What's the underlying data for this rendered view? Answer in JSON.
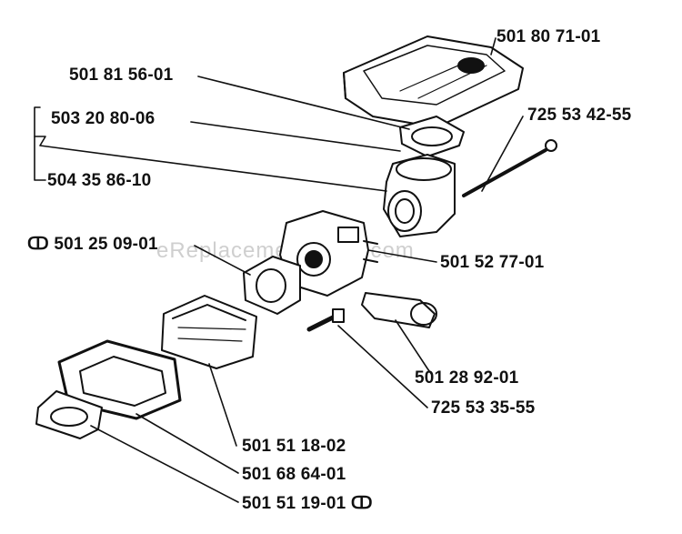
{
  "watermark": "eReplacementParts.com",
  "parts": [
    {
      "id": "top_cover",
      "number": "501 80 71-01"
    },
    {
      "id": "gasket_upper",
      "number": "501 81 56-01"
    },
    {
      "id": "housing_a",
      "number": "503 20 80-06"
    },
    {
      "id": "housing_b",
      "number": "504 35 86-10"
    },
    {
      "id": "rod",
      "number": "725 53 42-55"
    },
    {
      "id": "gasket_mid",
      "number": "ↀ 501 25 09-01"
    },
    {
      "id": "carburetor",
      "number": "501 52 77-01"
    },
    {
      "id": "sleeve",
      "number": "501 28 92-01"
    },
    {
      "id": "screw",
      "number": "725 53 35-55"
    },
    {
      "id": "filter",
      "number": "501 51 18-02"
    },
    {
      "id": "filter_housing",
      "number": "501 68 64-01"
    },
    {
      "id": "gasket_lower",
      "number": "501 51 19-01 ↀ"
    }
  ],
  "colors": {
    "ink": "#111111",
    "watermark": "#cfcfcf"
  }
}
